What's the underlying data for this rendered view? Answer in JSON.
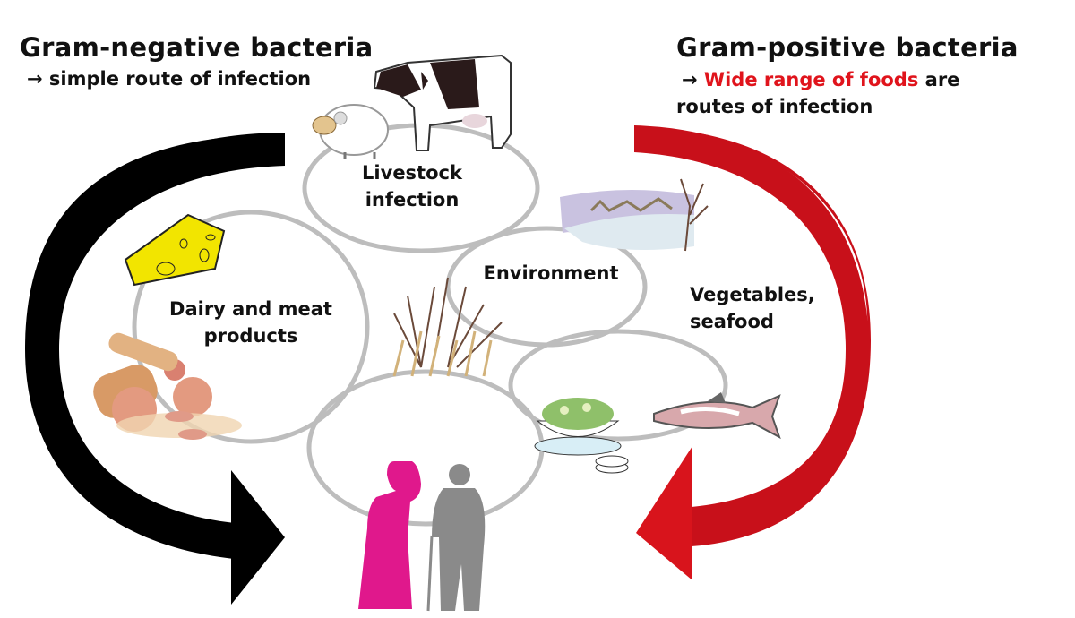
{
  "left": {
    "title": "Gram-negative bacteria",
    "subtitle_arrow": "→",
    "subtitle": "simple route of infection",
    "arrow_color": "#000000"
  },
  "right": {
    "title": "Gram-positive bacteria",
    "subtitle_arrow": "→",
    "subtitle_highlight": "Wide range of foods",
    "subtitle_rest": "are",
    "subtitle_line2": "routes of infection",
    "highlight_color": "#e0141c",
    "arrow_color": "#c8101a"
  },
  "nodes": {
    "livestock": {
      "line1": "Livestock",
      "line2": "infection"
    },
    "dairy": {
      "line1": "Dairy and meat",
      "line2": "products"
    },
    "environment": {
      "line1": "Environment"
    },
    "vegetables": {
      "line1": "Vegetables,",
      "line2": "seafood"
    }
  },
  "illustrations": [
    "cow",
    "sheep",
    "cheese",
    "meat-products",
    "bare-shrubs",
    "snowy-village",
    "salad-bowl",
    "salmon",
    "woman-silhouette",
    "elderly-man-with-cane"
  ],
  "colors": {
    "ellipse_stroke": "#bdbdbd",
    "woman": "#e0188c",
    "man": "#8a8a8a"
  }
}
